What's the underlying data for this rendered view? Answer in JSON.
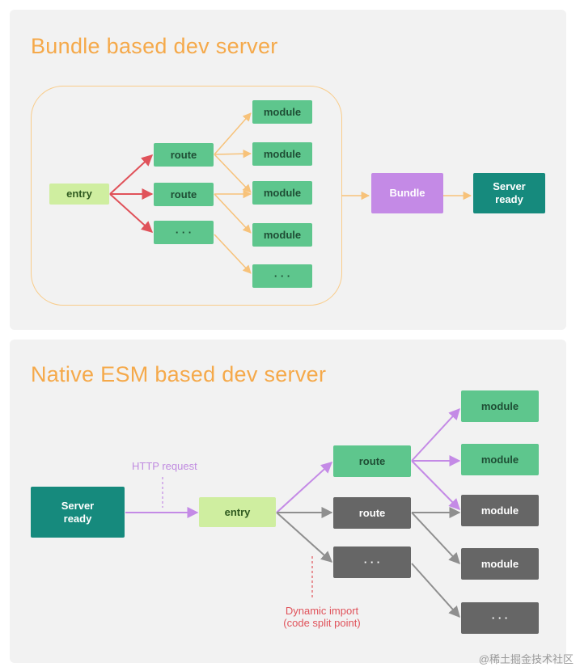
{
  "top": {
    "title": "Bundle based dev server",
    "nodes": {
      "entry": "entry",
      "route1": "route",
      "route2": "route",
      "route_more": "· · ·",
      "module1": "module",
      "module2": "module",
      "module3": "module",
      "module4": "module",
      "module_more": "· · ·",
      "bundle": "Bundle",
      "server_ready": "Server\nready"
    }
  },
  "bottom": {
    "title": "Native ESM based dev server",
    "nodes": {
      "server_ready": "Server\nready",
      "entry": "entry",
      "route_active": "route",
      "route_inactive": "route",
      "route_more": "· · ·",
      "module1": "module",
      "module2": "module",
      "module3": "module",
      "module4": "module",
      "module_more": "· · ·"
    },
    "annotations": {
      "http_request": "HTTP request",
      "dynamic_import_line1": "Dynamic import",
      "dynamic_import_line2": "(code split point)"
    }
  },
  "watermark": "@稀土掘金技术社区",
  "colors": {
    "title_orange": "#f5a94a",
    "frame_orange": "#f9cc8a",
    "arrow_red": "#e0525a",
    "arrow_orange": "#f7c27a",
    "arrow_purple": "#c48ae6",
    "arrow_gray": "#8f8f8f",
    "entry_green": "#cfeea0",
    "node_green": "#5ec68d",
    "node_teal": "#168a7d",
    "node_purple": "#c48ae6",
    "node_gray": "#666666"
  }
}
